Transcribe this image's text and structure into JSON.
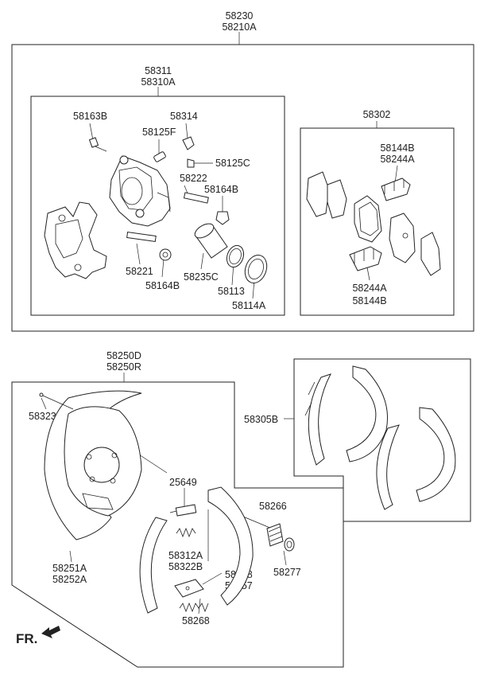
{
  "diagram": {
    "labels": {
      "p58230": "58230",
      "p58210A": "58210A",
      "p58311": "58311",
      "p58310A": "58310A",
      "p58163B": "58163B",
      "p58314": "58314",
      "p58125F": "58125F",
      "p58125C": "58125C",
      "p58222": "58222",
      "p58164B_a": "58164B",
      "p58221": "58221",
      "p58164B_b": "58164B",
      "p58235C": "58235C",
      "p58113": "58113",
      "p58114A": "58114A",
      "p58302": "58302",
      "p58144B_a": "58144B",
      "p58244A_a": "58244A",
      "p58244A_b": "58244A",
      "p58144B_b": "58144B",
      "p58250D": "58250D",
      "p58250R": "58250R",
      "p58323": "58323",
      "p58305B": "58305B",
      "p25649": "25649",
      "p58266": "58266",
      "p58312A": "58312A",
      "p58322B": "58322B",
      "p58258": "58258",
      "p58257": "58257",
      "p58277": "58277",
      "p58251A": "58251A",
      "p58252A": "58252A",
      "p58268": "58268"
    },
    "direction_marker": "FR."
  }
}
